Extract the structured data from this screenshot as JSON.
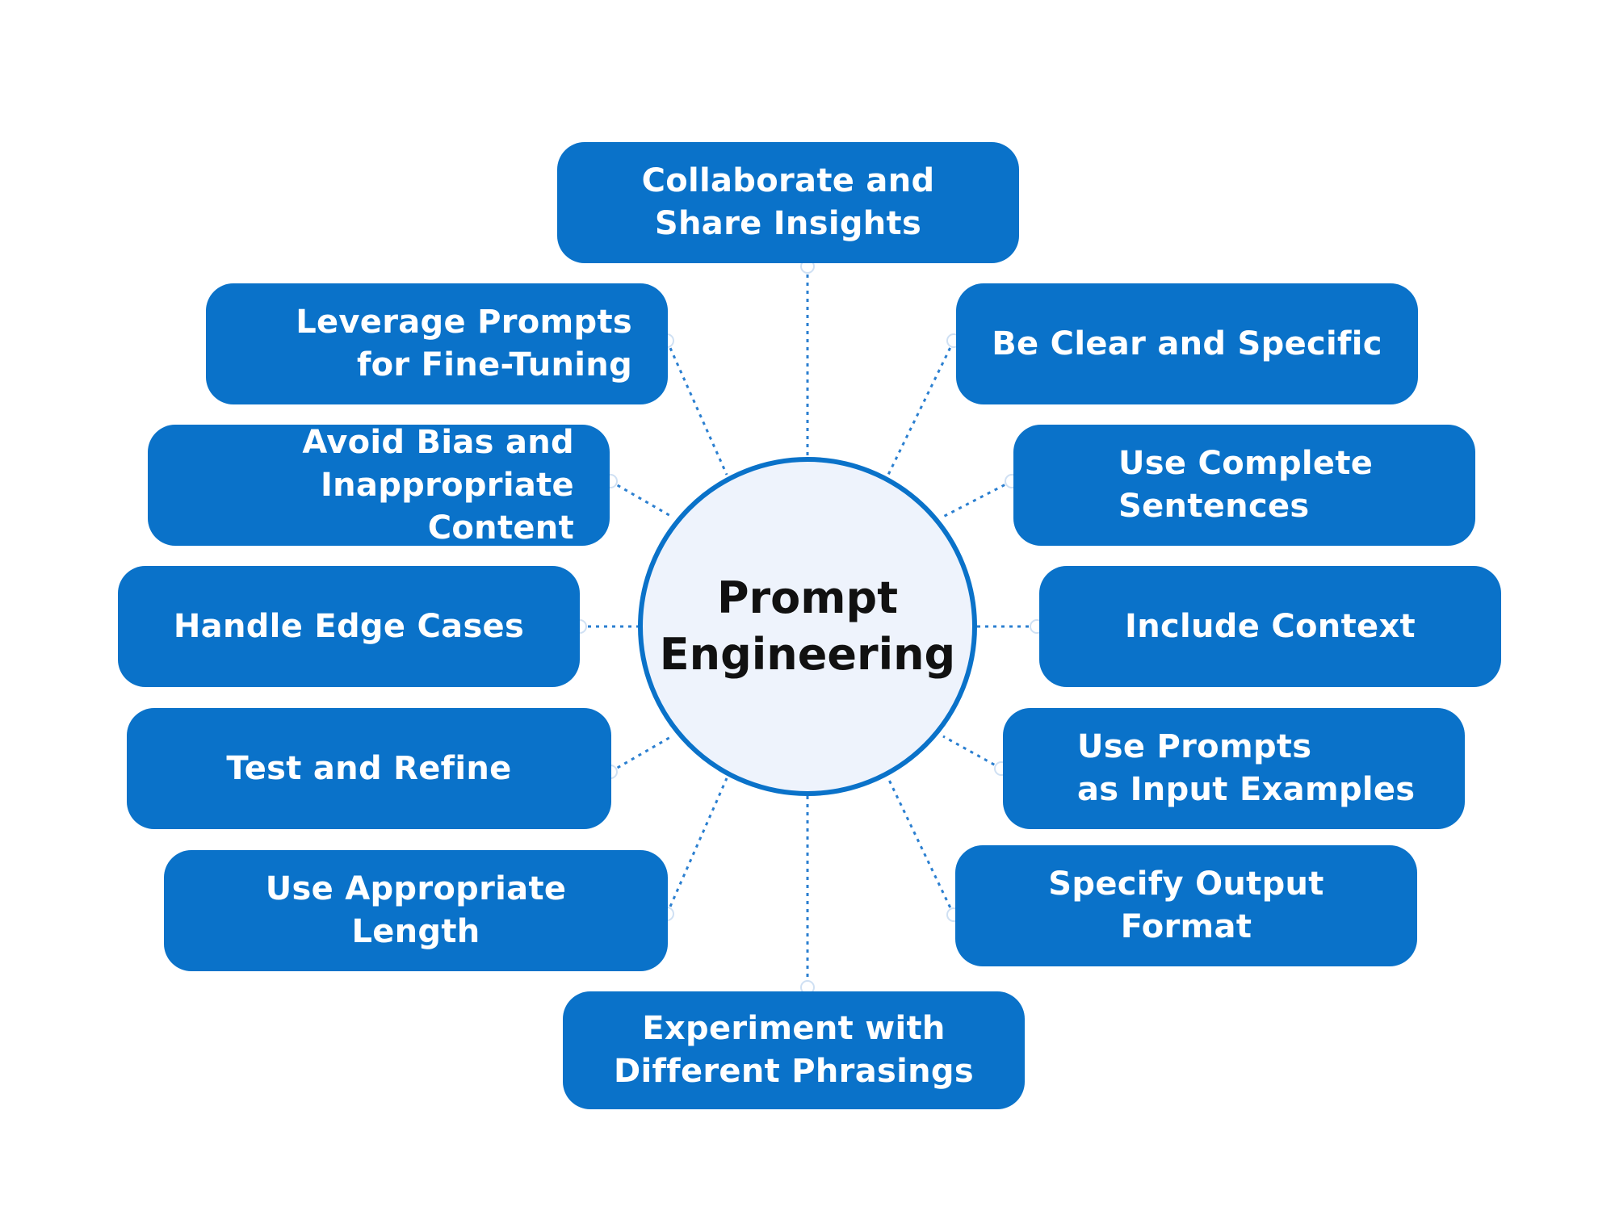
{
  "center": {
    "label": "Prompt\nEngineering"
  },
  "nodes": {
    "collaborate": "Collaborate and\nShare Insights",
    "leverage": "Leverage Prompts\nfor Fine-Tuning",
    "avoid_bias": "Avoid Bias and\nInappropriate Content",
    "edge_cases": "Handle Edge Cases",
    "test_refine": "Test and Refine",
    "length": "Use Appropriate Length",
    "experiment": "Experiment with\nDifferent Phrasings",
    "clear": "Be Clear and Specific",
    "complete": "Use Complete\nSentences",
    "context": "Include Context",
    "input_examples": "Use Prompts\nas Input Examples",
    "output_format": "Specify Output Format"
  },
  "colors": {
    "node_fill": "#0a72c9",
    "node_text": "#ffffff",
    "hub_fill": "#eef3fc",
    "hub_border": "#0a72c9",
    "hub_text": "#111111",
    "connector": "#2b7fd0"
  }
}
